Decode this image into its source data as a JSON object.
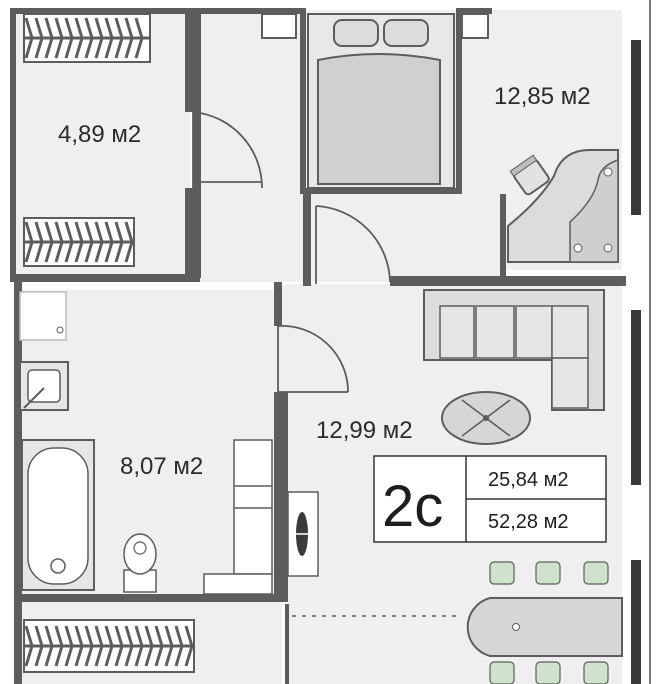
{
  "colors": {
    "floor": "#efefef",
    "wall": "#5d5d5d",
    "furniture": "#d6d6d6",
    "accent_green": "#cfe3cc",
    "background": "#ffffff"
  },
  "rooms": [
    {
      "id": "wardrobe",
      "label": "4,89 м2"
    },
    {
      "id": "bedroom",
      "label": "12,85 м2"
    },
    {
      "id": "living",
      "label": "12,99 м2"
    },
    {
      "id": "bathroom",
      "label": "8,07 м2"
    }
  ],
  "badge": {
    "type": "2с",
    "living_area": "25,84 м2",
    "total_area": "52,28 м2"
  }
}
